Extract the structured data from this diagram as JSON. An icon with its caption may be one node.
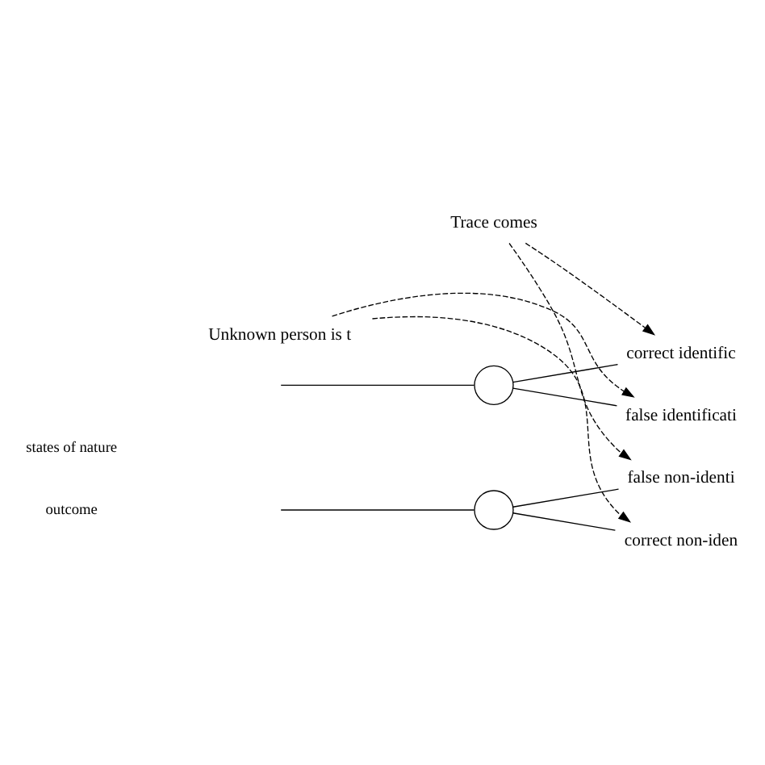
{
  "diagram": {
    "nodes": [
      {
        "text": [],
        "shape": "circle"
      },
      {
        "text": [],
        "shape": "circle"
      },
      {
        "text": [
          "correct identific"
        ]
      },
      {
        "text": [
          "false identificati"
        ]
      },
      {
        "text": [
          "false non-identi"
        ]
      },
      {
        "text": [
          "correct non-iden"
        ]
      },
      {
        "text": [
          "Trace comes"
        ]
      },
      {
        "text": [
          "Unknown person is t"
        ]
      }
    ],
    "edges": [
      {
        "from": null,
        "to": 0,
        "arrow": "none"
      },
      {
        "from": null,
        "to": 1,
        "arrow": "none"
      },
      {
        "from": 0,
        "to": 2,
        "arrow": "none"
      },
      {
        "from": 0,
        "to": 3,
        "arrow": "none"
      },
      {
        "from": 1,
        "to": 4,
        "arrow": "none"
      },
      {
        "from": 1,
        "to": 5,
        "arrow": "none"
      },
      {
        "from": 6,
        "to": 2,
        "arrow": "to",
        "style": "dashed"
      },
      {
        "from": 6,
        "to": 4,
        "arrow": "to",
        "style": "dashed"
      },
      {
        "from": 7,
        "to": 3,
        "arrow": "to",
        "style": "dashed"
      },
      {
        "from": 7,
        "to": 5,
        "arrow": "to",
        "style": "dashed"
      }
    ],
    "labels": [
      "states of nature",
      "outcome"
    ]
  }
}
